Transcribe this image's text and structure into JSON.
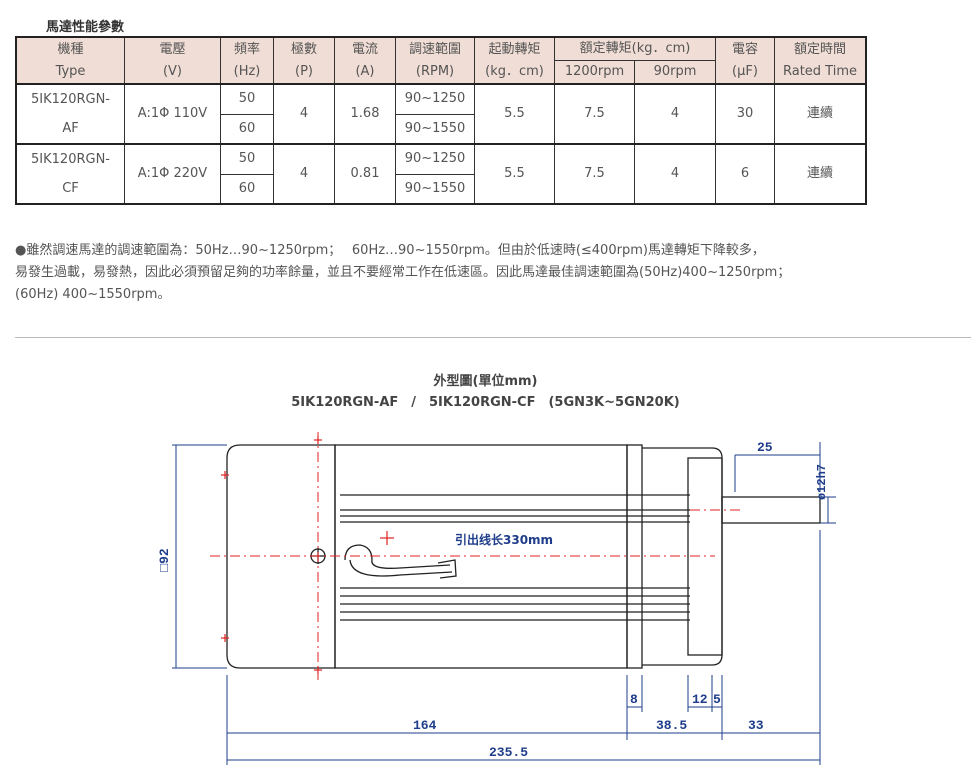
{
  "section_title": "馬達性能參數",
  "table": {
    "headers": {
      "model": [
        "機種",
        "Type"
      ],
      "voltage": [
        "電壓",
        "(V)"
      ],
      "frequency": [
        "頻率",
        "(Hz)"
      ],
      "poles": [
        "極數",
        "(P)"
      ],
      "current": [
        "電流",
        "(A)"
      ],
      "speed_range": [
        "調速範圍",
        "(RPM)"
      ],
      "starting_torque": [
        "起動轉矩",
        "(kg．cm)"
      ],
      "rated_torque": "額定轉矩(kg．cm)",
      "rated_torque_sub": [
        "1200rpm",
        "90rpm"
      ],
      "capacitor": [
        "電容",
        "(μF)"
      ],
      "rated_time": [
        "額定時間",
        "Rated Time"
      ]
    },
    "rows": [
      {
        "model": [
          "5IK120RGN-",
          "AF"
        ],
        "voltage": "A:1Φ 110V",
        "freq": [
          "50",
          "60"
        ],
        "poles": "4",
        "current": "1.68",
        "speed": [
          "90~1250",
          "90~1550"
        ],
        "starting_torque": "5.5",
        "torque_1200": "7.5",
        "torque_90": "4",
        "capacitor": "30",
        "rated_time": "連續"
      },
      {
        "model": [
          "5IK120RGN-",
          "CF"
        ],
        "voltage": "A:1Φ 220V",
        "freq": [
          "50",
          "60"
        ],
        "poles": "4",
        "current": "0.81",
        "speed": [
          "90~1250",
          "90~1550"
        ],
        "starting_torque": "5.5",
        "torque_1200": "7.5",
        "torque_90": "4",
        "capacitor": "6",
        "rated_time": "連續"
      }
    ]
  },
  "note_lines": [
    "●雖然調速馬達的調速範圍為：50Hz…90~1250rpm；　 60Hz…90~1550rpm。但由於低速時(≤400rpm)馬達轉矩下降較多，",
    "易發生過載，易發熱，因此必須預留足夠的功率餘量，並且不要經常工作在低速區。因此馬達最佳調速範圍為(50Hz)400~1250rpm；",
    "(60Hz) 400~1550rpm。"
  ],
  "drawing": {
    "title": "外型圖(單位mm)",
    "subtitle": "5IK120RGN-AF　/　5IK120RGN-CF　(5GN3K~5GN20K)",
    "labels": {
      "square": "□92",
      "lead": "引出线长330mm",
      "shaft_len": "25",
      "shaft_dia": "ø12h7",
      "d8": "8",
      "d12": "12",
      "d5": "5",
      "d164": "164",
      "d385": "38.5",
      "d33": "33",
      "d2355": "235.5"
    },
    "colors": {
      "outline": "#222222",
      "dimension": "#1f3d8a",
      "center": "#e02020"
    }
  }
}
